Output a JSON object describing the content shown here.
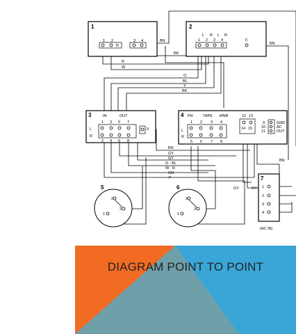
{
  "slide": {
    "title": "DIAGRAM POINT TO POINT",
    "colors": {
      "orange": "#f26b22",
      "blue": "#3aa6d8",
      "teal": "#6fa0aa"
    }
  },
  "diagram": {
    "blocks": {
      "b1": {
        "num": "1",
        "pins": [
          "1",
          "2",
          "3",
          "4"
        ],
        "inner": "R"
      },
      "b2": {
        "num": "2",
        "pins": [
          "L",
          "R",
          "L",
          "R",
          "1",
          "2",
          "3",
          "4",
          "5"
        ]
      },
      "b3": {
        "num": "3",
        "in": "IN",
        "out": "OUT",
        "top_pins": [
          "1",
          "3",
          "5",
          "7"
        ],
        "bottom_pins": [
          "2",
          "4",
          "6",
          "8"
        ],
        "rows": [
          "L",
          "R"
        ],
        "side_pin": "9"
      },
      "b4": {
        "num": "4",
        "labels": [
          "PH",
          "TAPE",
          "MNR"
        ],
        "top_pins": [
          "1",
          "2",
          "3",
          "4"
        ],
        "bottom_pins": [
          "5",
          "6",
          "7",
          "8"
        ],
        "rows": [
          "L",
          "R"
        ],
        "mid_pins": [
          "12",
          "13",
          "14",
          "15"
        ],
        "right_pins": [
          "9",
          "10",
          "11"
        ],
        "gnd": [
          "GND",
          "AC",
          "OUT"
        ]
      },
      "b5": {
        "num": "5",
        "pins": [
          "1",
          "2",
          "3"
        ]
      },
      "b6": {
        "num": "6",
        "pins": [
          "1",
          "2",
          "3"
        ]
      },
      "b7": {
        "num": "7",
        "pins": [
          "1",
          "2",
          "3",
          "4"
        ],
        "caption": "(AC IN)"
      }
    },
    "wire_labels": [
      "BN",
      "BK",
      "R",
      "W",
      "O",
      "BL",
      "Y",
      "BK",
      "BN",
      "BN",
      "GY",
      "GY",
      "O - BL",
      "W - R",
      "GN",
      "P",
      "GY",
      "GY",
      "BN"
    ]
  }
}
